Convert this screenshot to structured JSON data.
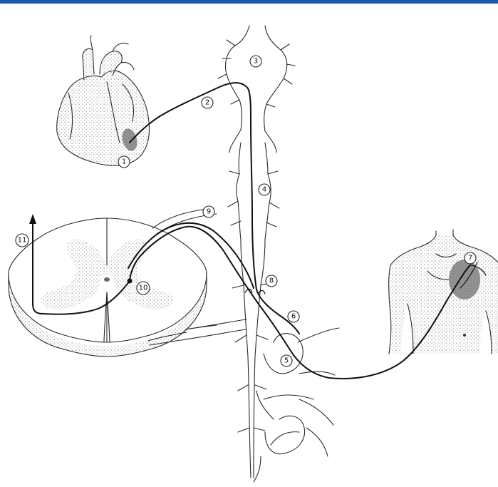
{
  "colors": {
    "top_bar": "#1e5aa8",
    "line": "#1a1a1a",
    "stipple": "#b9b9b9"
  },
  "labels": {
    "n1": "1",
    "n2": "2",
    "n3": "3",
    "n4": "4",
    "n5": "5",
    "n6": "6",
    "n7": "7",
    "n8": "8",
    "n9": "9",
    "n10": "10",
    "n11": "11"
  }
}
